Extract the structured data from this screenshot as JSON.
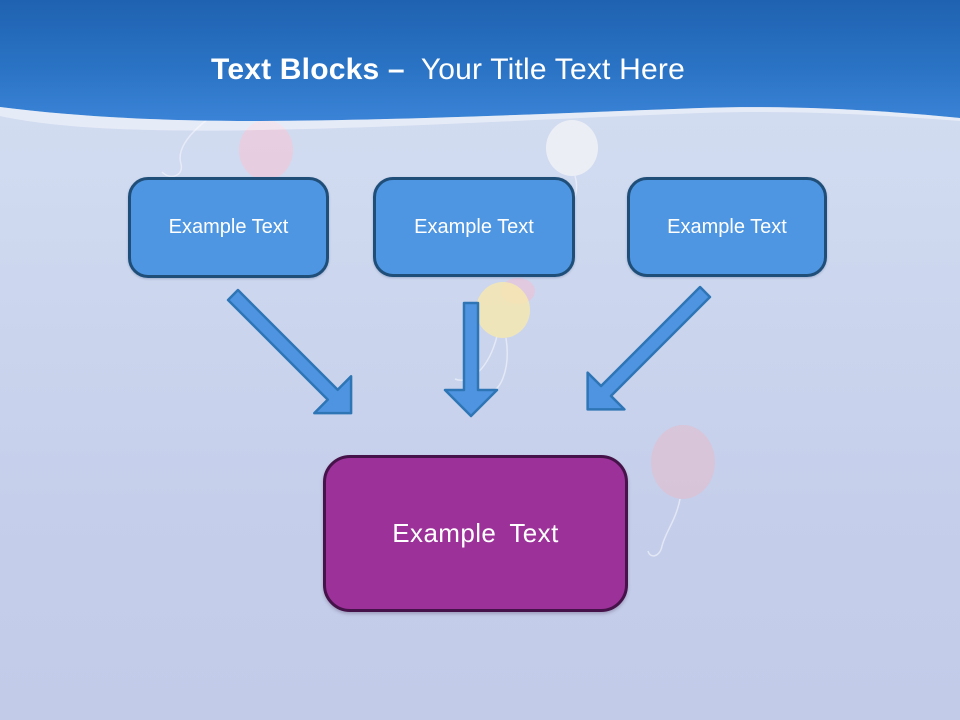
{
  "slide": {
    "header": {
      "title_bold": "Text Blocks –",
      "title_regular": "Your Title Text Here"
    },
    "source_boxes": [
      {
        "label": "Example Text"
      },
      {
        "label": "Example Text"
      },
      {
        "label": "Example Text"
      }
    ],
    "arrows": [
      {
        "direction": "down-right"
      },
      {
        "direction": "down"
      },
      {
        "direction": "down-left"
      }
    ],
    "target_box": {
      "label": "Example Text"
    },
    "colors": {
      "header_gradient_top": "#1f62b1",
      "header_gradient_bottom": "#3a83d6",
      "title_text": "#ffffff",
      "source_box_fill": "#4e96e2",
      "source_box_border": "#1f4e79",
      "arrow_fill": "#4f94e0",
      "arrow_border": "#2e75b6",
      "target_box_fill": "#9c3199",
      "target_box_border": "#451349",
      "background_top": "#d6e0f3",
      "background_bottom": "#c2cce9",
      "balloon_pink": "#f3c6d6",
      "balloon_white": "#f3f4f6",
      "balloon_yellow": "#f6e7b0",
      "balloon_pink_faded": "#e9bac8"
    }
  }
}
